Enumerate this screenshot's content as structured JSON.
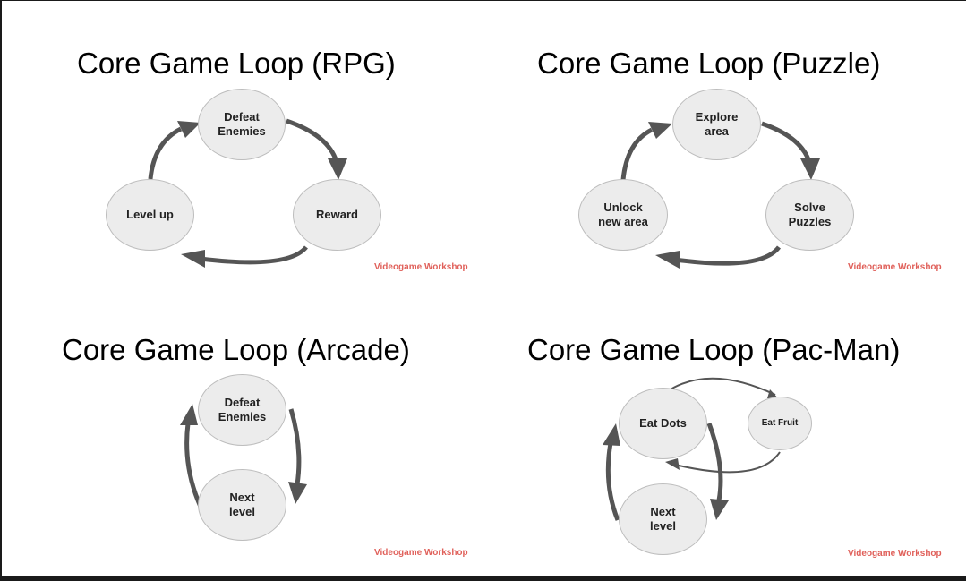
{
  "colors": {
    "background": "#ffffff",
    "frame": "#1a1a1a",
    "node_fill": "#ececec",
    "node_border": "#bdbdbd",
    "arrow": "#555555",
    "credit": "#e0605a"
  },
  "diagrams": [
    {
      "title": "Core Game Loop (RPG)",
      "nodes": [
        "Defeat\nEnemies",
        "Reward",
        "Level up"
      ],
      "credit": "Videogame Workshop"
    },
    {
      "title": "Core Game Loop (Puzzle)",
      "nodes": [
        "Explore\narea",
        "Solve\nPuzzles",
        "Unlock\nnew area"
      ],
      "credit": "Videogame Workshop"
    },
    {
      "title": "Core Game Loop (Arcade)",
      "nodes": [
        "Defeat\nEnemies",
        "Next\nlevel"
      ],
      "credit": "Videogame Workshop"
    },
    {
      "title": "Core Game Loop (Pac-Man)",
      "nodes": [
        "Eat Dots",
        "Eat Fruit",
        "Next\nlevel"
      ],
      "credit": "Videogame Workshop"
    }
  ]
}
